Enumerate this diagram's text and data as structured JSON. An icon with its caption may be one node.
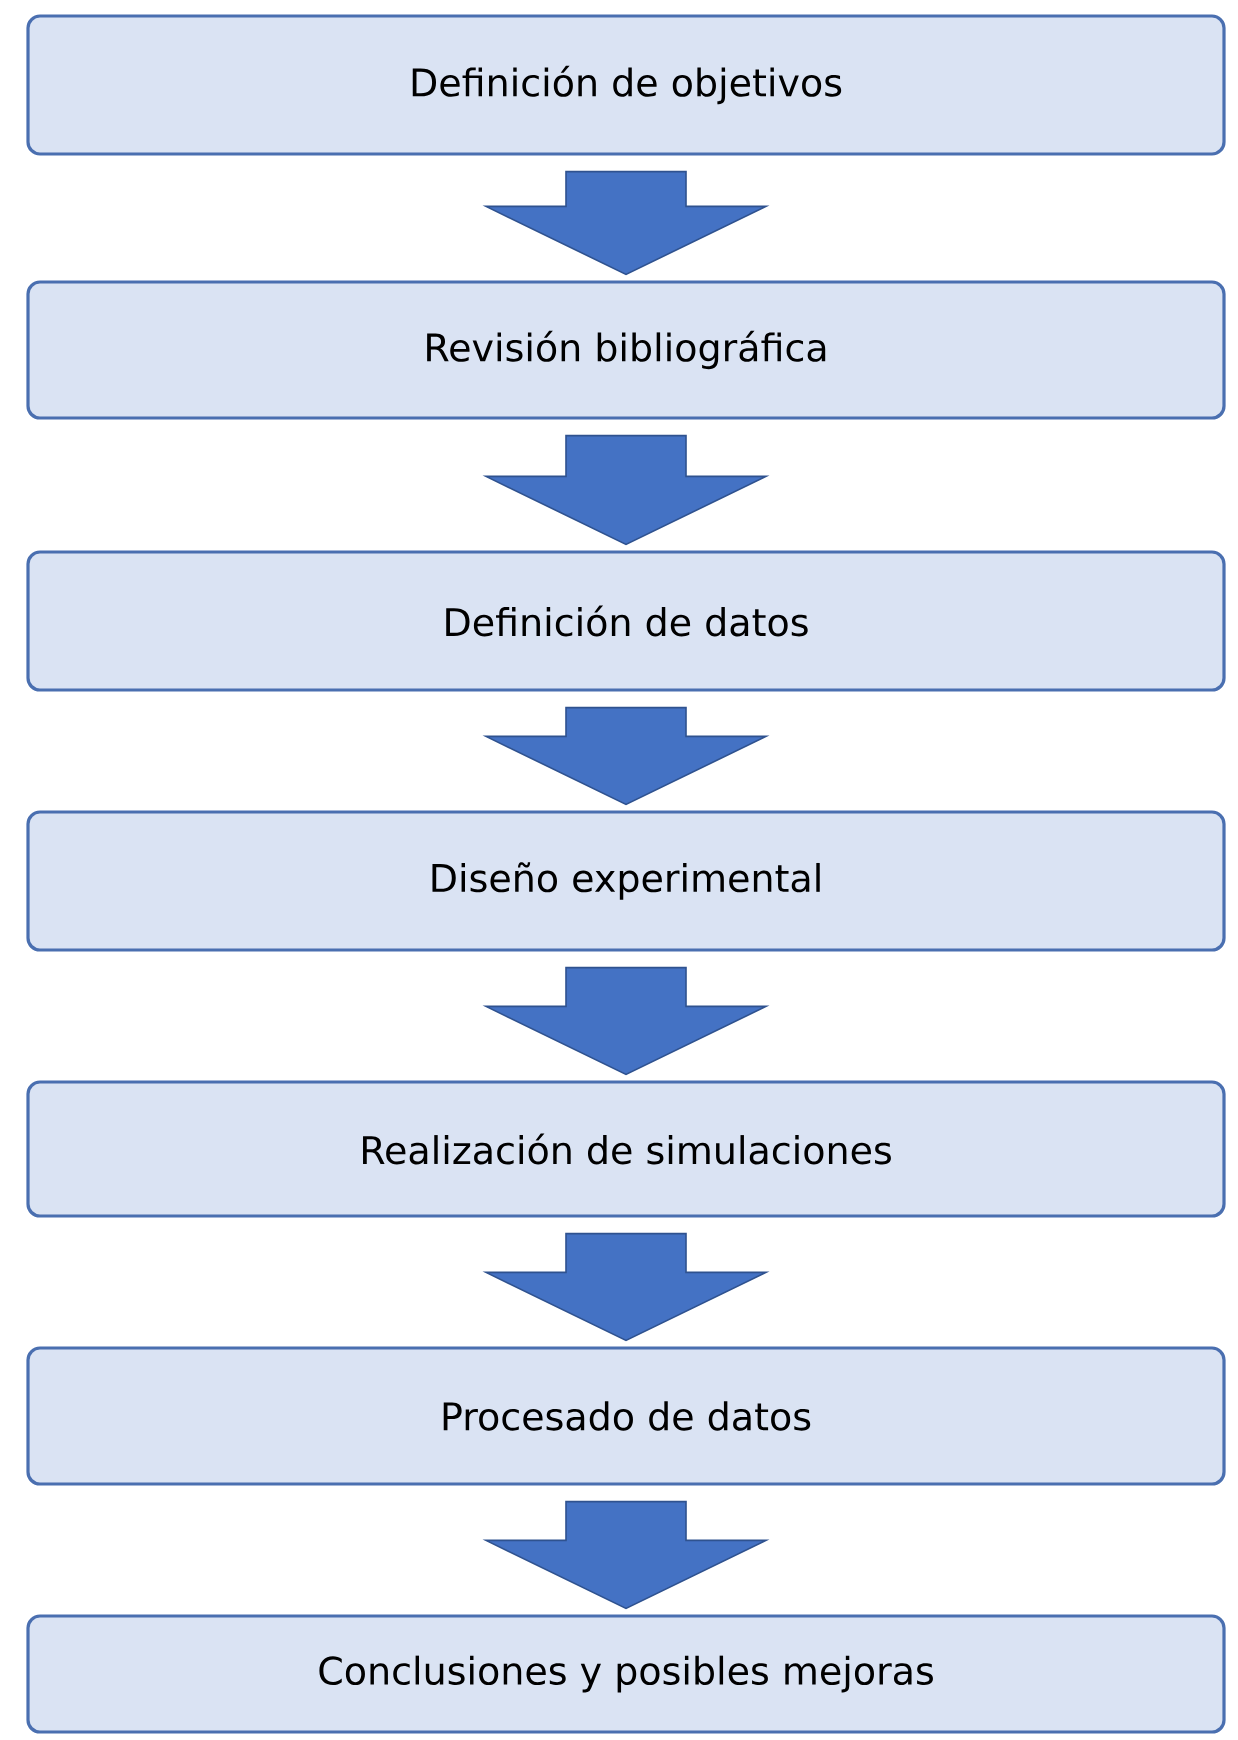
{
  "diagram": {
    "nodes": [
      {
        "text": [
          "Definición de objetivos"
        ]
      },
      {
        "text": [
          "Revisión bibliográfica"
        ]
      },
      {
        "text": [
          "Definición de datos"
        ]
      },
      {
        "text": [
          "Diseño experimental"
        ]
      },
      {
        "text": [
          "Realización de simulaciones"
        ]
      },
      {
        "text": [
          "Procesado de datos"
        ]
      },
      {
        "text": [
          "Conclusiones y posibles mejoras"
        ]
      }
    ],
    "edges": [
      {
        "from": 0,
        "to": 1,
        "arrow": "to"
      },
      {
        "from": 1,
        "to": 2,
        "arrow": "to"
      },
      {
        "from": 2,
        "to": 3,
        "arrow": "to"
      },
      {
        "from": 3,
        "to": 4,
        "arrow": "to"
      },
      {
        "from": 4,
        "to": 5,
        "arrow": "to"
      },
      {
        "from": 5,
        "to": 6,
        "arrow": "to"
      }
    ]
  }
}
